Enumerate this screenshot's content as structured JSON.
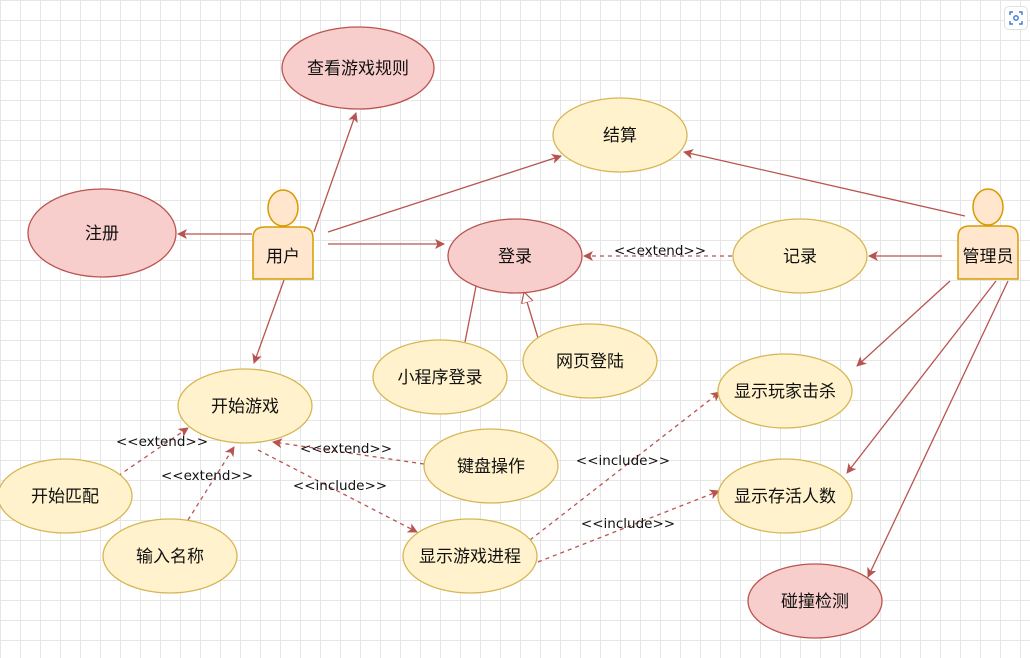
{
  "colors": {
    "pink_fill": "#f8cecc",
    "pink_stroke": "#b85450",
    "yellow_fill": "#fff2cc",
    "yellow_stroke": "#d6b656",
    "actor_fill": "#ffe6cc",
    "actor_stroke": "#d79b00",
    "edge": "#b85450"
  },
  "actors": {
    "user": "用户",
    "admin": "管理员"
  },
  "use_cases": {
    "view_rules": "查看游戏规则",
    "register": "注册",
    "settle": "结算",
    "login": "登录",
    "record": "记录",
    "mini_login": "小程序登录",
    "web_login": "网页登陆",
    "start_game": "开始游戏",
    "keyboard": "键盘操作",
    "show_kills": "显示玩家击杀",
    "start_match": "开始匹配",
    "input_name": "输入名称",
    "show_alive": "显示存活人数",
    "show_progress": "显示游戏进程",
    "collision": "碰撞检测"
  },
  "edge_labels": {
    "record_login": "<<extend>>",
    "match_start": "<<extend>>",
    "name_start": "<<extend>>",
    "keyboard_start": "<<extend>>",
    "start_progress": "<<include>>",
    "progress_kills": "<<include>>",
    "progress_alive": "<<include>>"
  },
  "toolbar": {
    "focus_icon": "focus-icon"
  }
}
